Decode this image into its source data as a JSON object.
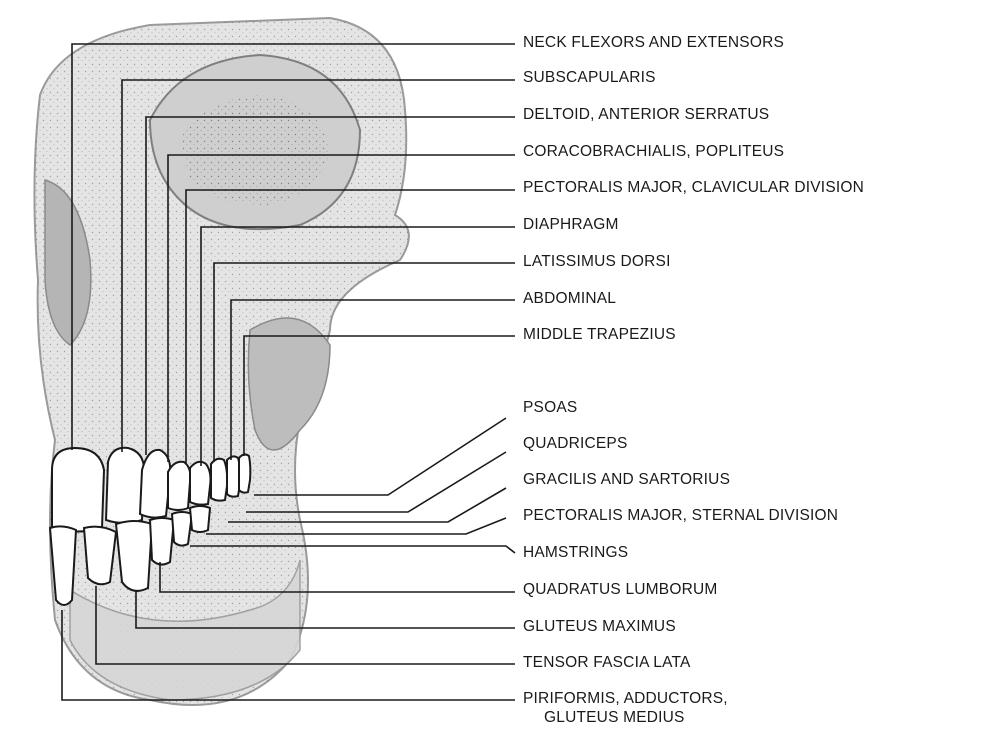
{
  "labels": [
    "NECK FLEXORS AND EXTENSORS",
    "SUBSCAPULARIS",
    "DELTOID, ANTERIOR SERRATUS",
    "CORACOBRACHIALIS, POPLITEUS",
    "PECTORALIS MAJOR, CLAVICULAR DIVISION",
    "DIAPHRAGM",
    "LATISSIMUS DORSI",
    "ABDOMINAL",
    "MIDDLE TRAPEZIUS",
    "PSOAS",
    "QUADRICEPS",
    "GRACILIS AND SARTORIUS",
    "PECTORALIS MAJOR, STERNAL DIVISION",
    "HAMSTRINGS",
    "QUADRATUS LUMBORUM",
    "GLUTEUS MAXIMUS",
    "TENSOR FASCIA LATA",
    "PIRIFORMIS, ADDUCTORS,"
  ],
  "label_extra": "GLUTEUS MEDIUS",
  "colors": {
    "line": "#1a1a1a",
    "skull_shade": "#d0d0d0",
    "skull_dark": "#a9a9a9",
    "tooth_fill": "#ffffff"
  }
}
